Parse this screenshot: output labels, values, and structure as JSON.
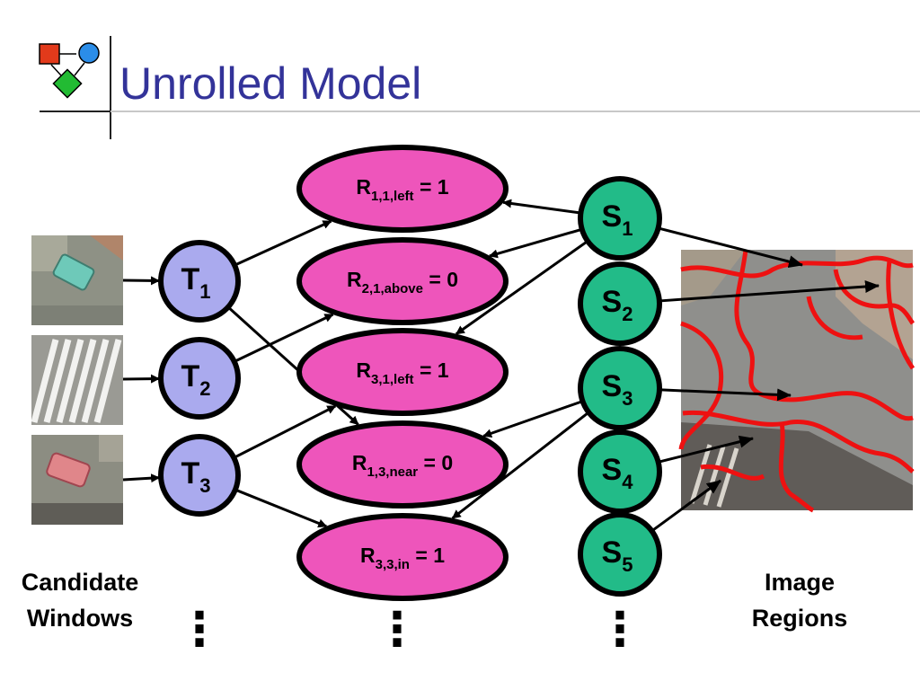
{
  "slide": {
    "title": "Unrolled Model",
    "accent_color": "#333399",
    "logo_icon": "flowchart-shapes-icon"
  },
  "diagram": {
    "colors": {
      "t_fill": "#aaaaee",
      "r_fill": "#ee55bb",
      "s_fill": "#22bb88",
      "stroke": "#000000",
      "region_outline": "#ee1111"
    },
    "windows": [
      {
        "id": "w1",
        "depicts": "teal-car-thumbnail"
      },
      {
        "id": "w2",
        "depicts": "crosswalk-thumbnail"
      },
      {
        "id": "w3",
        "depicts": "red-car-thumbnail"
      }
    ],
    "windows_label": [
      "Candidate",
      "Windows"
    ],
    "regions_label": [
      "Image",
      "Regions"
    ],
    "t_nodes": [
      {
        "id": "T1",
        "base": "T",
        "sub": "1"
      },
      {
        "id": "T2",
        "base": "T",
        "sub": "2"
      },
      {
        "id": "T3",
        "base": "T",
        "sub": "3"
      }
    ],
    "r_nodes": [
      {
        "id": "R1",
        "base": "R",
        "sub": "1,1,left",
        "rest": " = 1"
      },
      {
        "id": "R2",
        "base": "R",
        "sub": "2,1,above",
        "rest": " = 0"
      },
      {
        "id": "R3",
        "base": "R",
        "sub": "3,1,left",
        "rest": " = 1"
      },
      {
        "id": "R4",
        "base": "R",
        "sub": "1,3,near",
        "rest": " = 0"
      },
      {
        "id": "R5",
        "base": "R",
        "sub": "3,3,in",
        "rest": " = 1"
      }
    ],
    "s_nodes": [
      {
        "id": "S1",
        "base": "S",
        "sub": "1"
      },
      {
        "id": "S2",
        "base": "S",
        "sub": "2"
      },
      {
        "id": "S3",
        "base": "S",
        "sub": "3"
      },
      {
        "id": "S4",
        "base": "S",
        "sub": "4"
      },
      {
        "id": "S5",
        "base": "S",
        "sub": "5"
      }
    ],
    "edges": [
      {
        "from": "w1",
        "to": "T1"
      },
      {
        "from": "w2",
        "to": "T2"
      },
      {
        "from": "w3",
        "to": "T3"
      },
      {
        "from": "T1",
        "to": "R1"
      },
      {
        "from": "T1",
        "to": "R4"
      },
      {
        "from": "T2",
        "to": "R2"
      },
      {
        "from": "T3",
        "to": "R3"
      },
      {
        "from": "T3",
        "to": "R5"
      },
      {
        "from": "S1",
        "to": "R1"
      },
      {
        "from": "S1",
        "to": "R2"
      },
      {
        "from": "S1",
        "to": "R3"
      },
      {
        "from": "S3",
        "to": "R4"
      },
      {
        "from": "S3",
        "to": "R5"
      },
      {
        "from": "S1",
        "to": "img1"
      },
      {
        "from": "S2",
        "to": "img2"
      },
      {
        "from": "S3",
        "to": "img3"
      },
      {
        "from": "S4",
        "to": "img4"
      },
      {
        "from": "S5",
        "to": "img5"
      }
    ],
    "ellipsis": "⋮"
  }
}
